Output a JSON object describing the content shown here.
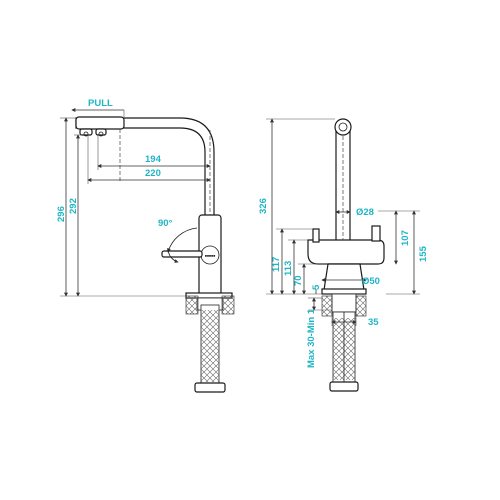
{
  "colors": {
    "dimension_text": "#1fb5c6",
    "lines": "#1a1a1a",
    "background": "#ffffff"
  },
  "front_view": {
    "pull_label": "PULL",
    "dim_194": "194",
    "dim_220": "220",
    "dim_296": "296",
    "dim_292": "292",
    "angle_90": "90°"
  },
  "side_view": {
    "dim_326": "326",
    "dim_d28": "Ø28",
    "dim_107": "107",
    "dim_155": "155",
    "dim_117": "117",
    "dim_113": "113",
    "dim_70": "70",
    "dim_5": "5",
    "dim_d50": "Ø50",
    "dim_35": "35",
    "max_thickness": "Max 30-Min 1"
  }
}
